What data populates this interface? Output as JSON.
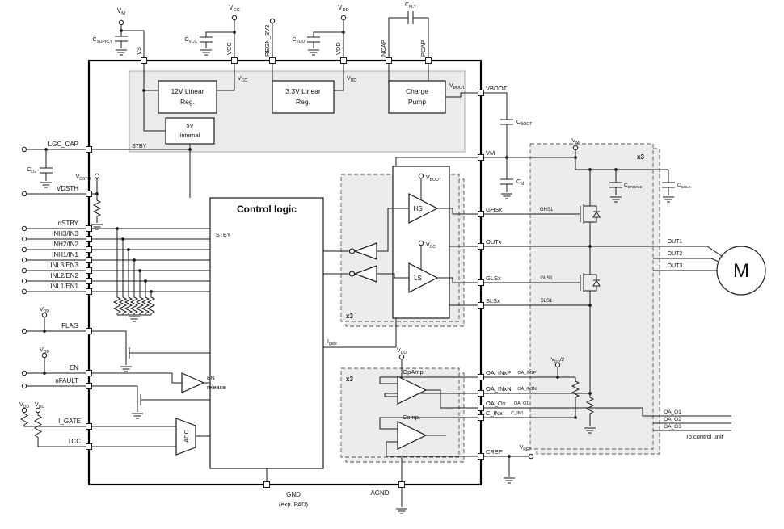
{
  "colors": {
    "background": "#ffffff",
    "wire": "#1a1a1a",
    "region_fill": "#ececec",
    "block_fill": "#ffffff"
  },
  "supplies": {
    "vm": "V~M",
    "c_supply": "C~SUPPLY",
    "vcc": "V~CC",
    "c_vcc": "C~VCC",
    "vdd": "V~DD",
    "c_vdd": "C~VDD",
    "c_fly": "C~FLY"
  },
  "top_pins": {
    "vs": "VS",
    "vcc": "VCC",
    "regn_3v3": "REGN_3V3",
    "vdd": "VDD",
    "ncap": "NCAP",
    "pcap": "PCAP"
  },
  "regulators": {
    "reg12_line1": "12V Linear",
    "reg12_line2": "Reg.",
    "reg33_line1": "3.3V Linear",
    "reg33_line2": "Reg.",
    "cp_line1": "Charge",
    "cp_line2": "Pump",
    "int5_line1": "5V",
    "int5_line2": "internal",
    "stby": "STBY",
    "vcc_out": "V~CC",
    "vdd_out": "V~DD",
    "vboot_out": "V~BOOT"
  },
  "control": {
    "title": "Control logic",
    "stby": "STBY",
    "igate": "I~gate"
  },
  "en_buffer": {
    "line1": "EN",
    "line2": "release"
  },
  "adc": {
    "label": "ADC"
  },
  "driver": {
    "x3": "x3",
    "vboot": "V~BOOT",
    "hs": "HS",
    "vcc": "V~CC",
    "ls": "LS"
  },
  "analog": {
    "x3": "x3",
    "vdd": "V~DD",
    "opamp": "OpAmp",
    "comp": "Comp.",
    "vref": "V~REF"
  },
  "pins": {
    "left": [
      "LGC_CAP",
      "VDSTH",
      "nSTBY",
      "INH3/IN3",
      "INH2/IN2",
      "INH1/IN1",
      "INL3/EN3",
      "INL2/EN2",
      "INL1/EN1",
      "FLAG",
      "EN",
      "nFAULT",
      "I_GATE",
      "TCC"
    ],
    "right": [
      "VBOOT",
      "VM",
      "GHSx",
      "OUTx",
      "GLSx",
      "SLSx",
      "OA_INxP",
      "OA_INxN",
      "OA_Ox",
      "C_INx",
      "CREF"
    ],
    "bottom_gnd": "GND",
    "bottom_gnd2": "(exp. PAD)",
    "bottom_agnd": "AGND"
  },
  "left_ext": {
    "c_lg": "C~LG",
    "vdsth_ref": "V~DSTH",
    "vdd_flag": "V~DD",
    "vdd_en": "V~DD",
    "vdd_igate": "V~DD",
    "vdd_tcc": "V~DD"
  },
  "power_stage": {
    "x3": "x3",
    "vm": "V~M",
    "c_boot": "C~BOOT",
    "c_m": "C~M",
    "c_bridge": "C~BRIDGE",
    "c_bulk": "C~BULK",
    "ghs1": "GHS1",
    "gls1": "GLS1",
    "sls1": "SLS1",
    "vdd_half": "V~DD~/2",
    "oa_in1p": "OA_IN1P",
    "oa_in1n": "OA_IN1N",
    "oa_o1_net": "OA_O1",
    "c_in1": "C_IN1",
    "out1": "OUT1",
    "out2": "OUT2",
    "out3": "OUT3"
  },
  "outputs": {
    "oa_o1": "OA_O1",
    "oa_o2": "OA_O2",
    "oa_o3": "OA_O3",
    "to_control": "To control unit"
  },
  "motor": {
    "label": "M"
  }
}
